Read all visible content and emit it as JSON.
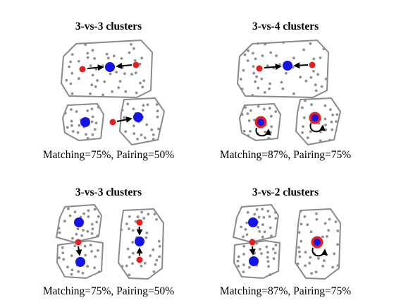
{
  "panels": [
    {
      "title": "3-vs-3 clusters",
      "caption": "Matching=75%, Pairing=50%"
    },
    {
      "title": "3-vs-4 clusters",
      "caption": "Matching=87%, Pairing=75%"
    },
    {
      "title": "3-vs-3 clusters",
      "caption": "Matching=75%, Pairing=50%"
    },
    {
      "title": "3-vs-2 clusters",
      "caption": "Matching=87%, Pairing=75%"
    }
  ],
  "colors": {
    "ground_truth_centroid": "#1414e6",
    "algorithm_centroid": "#e61e1e",
    "points": "#8f8f8f",
    "hull": "#8a8a8a",
    "arrow": "#000000"
  }
}
